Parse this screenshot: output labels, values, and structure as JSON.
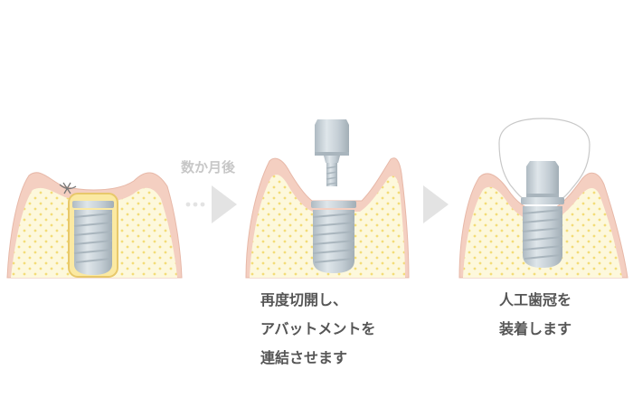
{
  "arrow_label": "数か月後",
  "captions": {
    "step2": [
      "再度切開し、",
      "アバットメントを",
      "連結させます"
    ],
    "step3": [
      "人工歯冠を",
      "装着します"
    ]
  },
  "colors": {
    "gum": "#f4cfc1",
    "gum_edge": "#e7b8a8",
    "bone": "#fdf8dc",
    "bone_dots": "#f3dc77",
    "metal": "#c5cfd6",
    "metal_dark": "#a9b5bd",
    "metal_light": "#e1e7eb",
    "arrow": "#e3e3e3",
    "crown_outline": "#c8c8c8",
    "healing_cap_outline": "#e8c86a",
    "suture": "#777777",
    "caption_text": "#555555",
    "arrow_label_text": "#c7c7c7"
  },
  "icons": [
    "suture-icon",
    "step-arrow-icon",
    "ellipsis-icon"
  ]
}
